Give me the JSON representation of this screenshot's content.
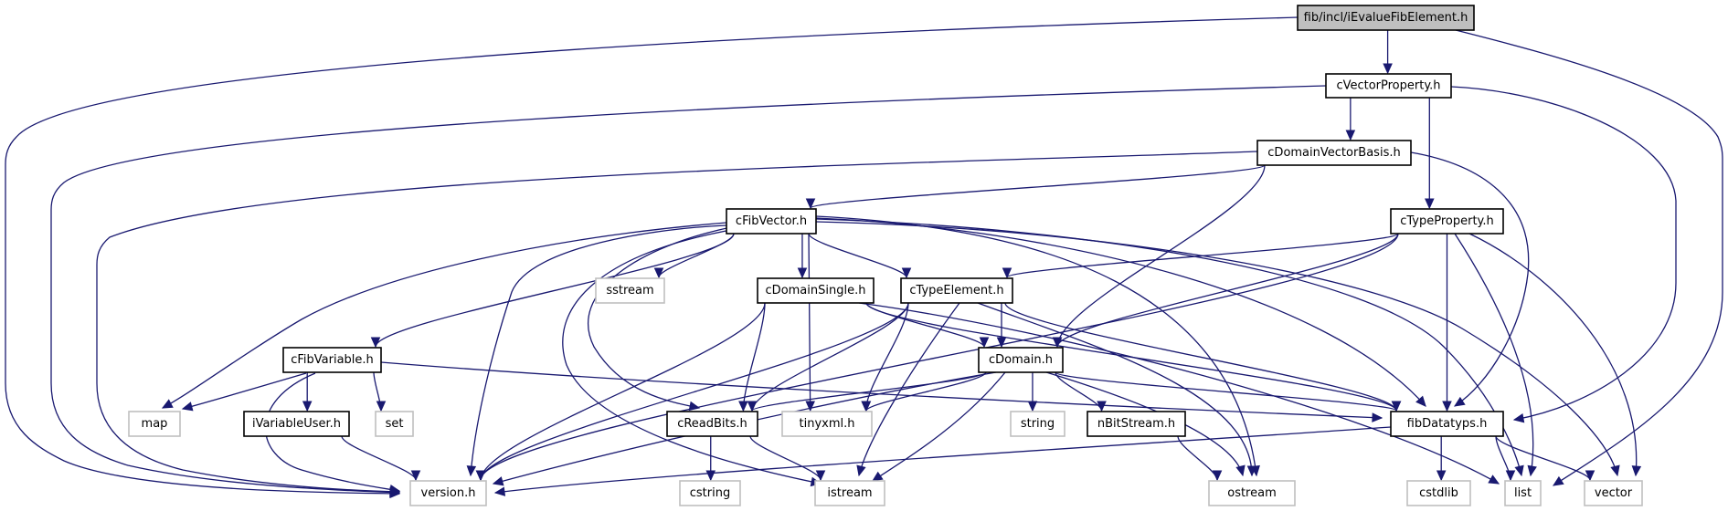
{
  "title": "Include dependency graph for fib/incl/iEvalueFibElement.h",
  "colors": {
    "edge": "#191970",
    "root_fill": "#bfbfbf",
    "node_border": "#000000",
    "external_border": "#bfbfbf"
  },
  "nodes": [
    {
      "id": "root",
      "label": "fib/incl/iEvalueFibElement.h",
      "kind": "root"
    },
    {
      "id": "cVectorProperty",
      "label": "cVectorProperty.h",
      "kind": "local"
    },
    {
      "id": "cDomainVectorBasis",
      "label": "cDomainVectorBasis.h",
      "kind": "local"
    },
    {
      "id": "cTypeProperty",
      "label": "cTypeProperty.h",
      "kind": "local"
    },
    {
      "id": "cFibVector",
      "label": "cFibVector.h",
      "kind": "local"
    },
    {
      "id": "cDomainSingle",
      "label": "cDomainSingle.h",
      "kind": "local"
    },
    {
      "id": "cTypeElement",
      "label": "cTypeElement.h",
      "kind": "local"
    },
    {
      "id": "cFibVariable",
      "label": "cFibVariable.h",
      "kind": "local"
    },
    {
      "id": "cDomain",
      "label": "cDomain.h",
      "kind": "local"
    },
    {
      "id": "map",
      "label": "map",
      "kind": "system"
    },
    {
      "id": "iVariableUser",
      "label": "iVariableUser.h",
      "kind": "local"
    },
    {
      "id": "set",
      "label": "set",
      "kind": "system"
    },
    {
      "id": "cReadBits",
      "label": "cReadBits.h",
      "kind": "local"
    },
    {
      "id": "tinyxml",
      "label": "tinyxml.h",
      "kind": "system"
    },
    {
      "id": "string",
      "label": "string",
      "kind": "system"
    },
    {
      "id": "nBitStream",
      "label": "nBitStream.h",
      "kind": "local"
    },
    {
      "id": "fibDatatyps",
      "label": "fibDatatyps.h",
      "kind": "local"
    },
    {
      "id": "sstream",
      "label": "sstream",
      "kind": "system"
    },
    {
      "id": "version",
      "label": "version.h",
      "kind": "system"
    },
    {
      "id": "cstring",
      "label": "cstring",
      "kind": "system"
    },
    {
      "id": "istream",
      "label": "istream",
      "kind": "system"
    },
    {
      "id": "ostream",
      "label": "ostream",
      "kind": "system"
    },
    {
      "id": "cstdlib",
      "label": "cstdlib",
      "kind": "system"
    },
    {
      "id": "list",
      "label": "list",
      "kind": "system"
    },
    {
      "id": "vector",
      "label": "vector",
      "kind": "system"
    }
  ],
  "edges": [
    [
      "root",
      "cVectorProperty"
    ],
    [
      "root",
      "version"
    ],
    [
      "root",
      "list"
    ],
    [
      "cVectorProperty",
      "cDomainVectorBasis"
    ],
    [
      "cVectorProperty",
      "cTypeProperty"
    ],
    [
      "cVectorProperty",
      "version"
    ],
    [
      "cVectorProperty",
      "fibDatatyps"
    ],
    [
      "cDomainVectorBasis",
      "cFibVector"
    ],
    [
      "cDomainVectorBasis",
      "cDomain"
    ],
    [
      "cDomainVectorBasis",
      "version"
    ],
    [
      "cDomainVectorBasis",
      "fibDatatyps"
    ],
    [
      "cTypeProperty",
      "cTypeElement"
    ],
    [
      "cTypeProperty",
      "cDomain"
    ],
    [
      "cTypeProperty",
      "fibDatatyps"
    ],
    [
      "cTypeProperty",
      "version"
    ],
    [
      "cTypeProperty",
      "list"
    ],
    [
      "cTypeProperty",
      "vector"
    ],
    [
      "cFibVector",
      "cFibVariable"
    ],
    [
      "cFibVector",
      "cDomainSingle"
    ],
    [
      "cFibVector",
      "cTypeElement"
    ],
    [
      "cFibVector",
      "sstream"
    ],
    [
      "cFibVector",
      "map"
    ],
    [
      "cFibVector",
      "version"
    ],
    [
      "cFibVector",
      "cReadBits"
    ],
    [
      "cFibVector",
      "tinyxml"
    ],
    [
      "cFibVector",
      "istream"
    ],
    [
      "cFibVector",
      "ostream"
    ],
    [
      "cFibVector",
      "fibDatatyps"
    ],
    [
      "cFibVector",
      "list"
    ],
    [
      "cFibVector",
      "vector"
    ],
    [
      "cDomainSingle",
      "cDomain"
    ],
    [
      "cDomainSingle",
      "cReadBits"
    ],
    [
      "cDomainSingle",
      "version"
    ],
    [
      "cDomainSingle",
      "fibDatatyps"
    ],
    [
      "cDomainSingle",
      "list"
    ],
    [
      "cTypeElement",
      "cDomain"
    ],
    [
      "cTypeElement",
      "cReadBits"
    ],
    [
      "cTypeElement",
      "tinyxml"
    ],
    [
      "cTypeElement",
      "version"
    ],
    [
      "cTypeElement",
      "istream"
    ],
    [
      "cTypeElement",
      "ostream"
    ],
    [
      "cTypeElement",
      "fibDatatyps"
    ],
    [
      "cFibVariable",
      "map"
    ],
    [
      "cFibVariable",
      "iVariableUser"
    ],
    [
      "cFibVariable",
      "set"
    ],
    [
      "cFibVariable",
      "version"
    ],
    [
      "cFibVariable",
      "fibDatatyps"
    ],
    [
      "cDomain",
      "cReadBits"
    ],
    [
      "cDomain",
      "tinyxml"
    ],
    [
      "cDomain",
      "string"
    ],
    [
      "cDomain",
      "nBitStream"
    ],
    [
      "cDomain",
      "fibDatatyps"
    ],
    [
      "cDomain",
      "version"
    ],
    [
      "cDomain",
      "istream"
    ],
    [
      "cDomain",
      "ostream"
    ],
    [
      "iVariableUser",
      "version"
    ],
    [
      "cReadBits",
      "cstring"
    ],
    [
      "cReadBits",
      "istream"
    ],
    [
      "nBitStream",
      "ostream"
    ],
    [
      "fibDatatyps",
      "version"
    ],
    [
      "fibDatatyps",
      "cstdlib"
    ],
    [
      "fibDatatyps",
      "list"
    ],
    [
      "fibDatatyps",
      "vector"
    ]
  ]
}
